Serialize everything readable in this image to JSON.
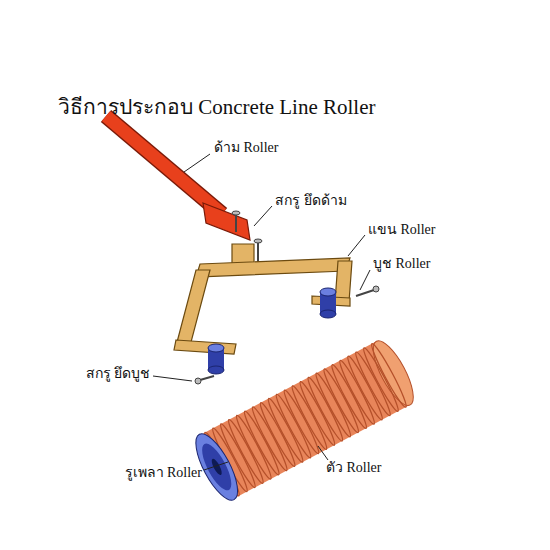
{
  "diagram": {
    "title": "วิธีการประกอบ Concrete Line Roller",
    "labels": [
      "ด้าม Roller",
      "สกรู ยึดด้าม",
      "แขน Roller",
      "บูช Roller",
      "สกรู ยึดบูช",
      "รูเพลา Roller",
      "ตัว Roller"
    ]
  }
}
